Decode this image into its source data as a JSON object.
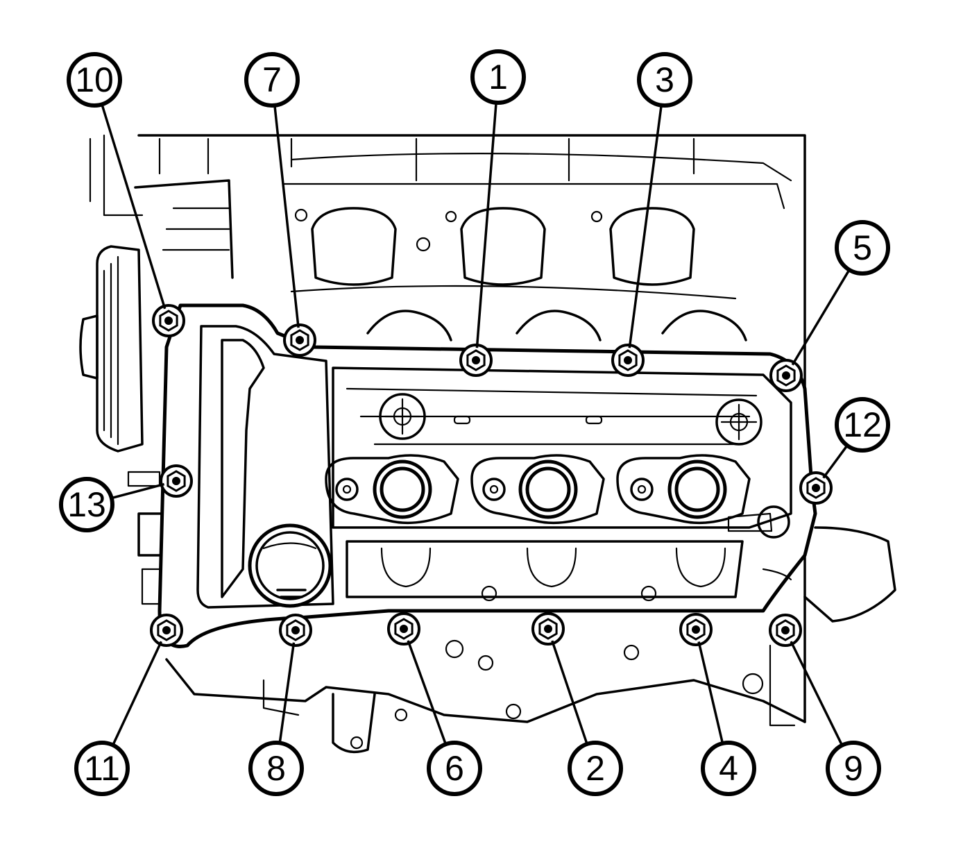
{
  "callouts": [
    {
      "label": "10"
    },
    {
      "label": "7"
    },
    {
      "label": "1"
    },
    {
      "label": "3"
    },
    {
      "label": "5"
    },
    {
      "label": "12"
    },
    {
      "label": "13"
    },
    {
      "label": "11"
    },
    {
      "label": "8"
    },
    {
      "label": "6"
    },
    {
      "label": "2"
    },
    {
      "label": "4"
    },
    {
      "label": "9"
    }
  ]
}
